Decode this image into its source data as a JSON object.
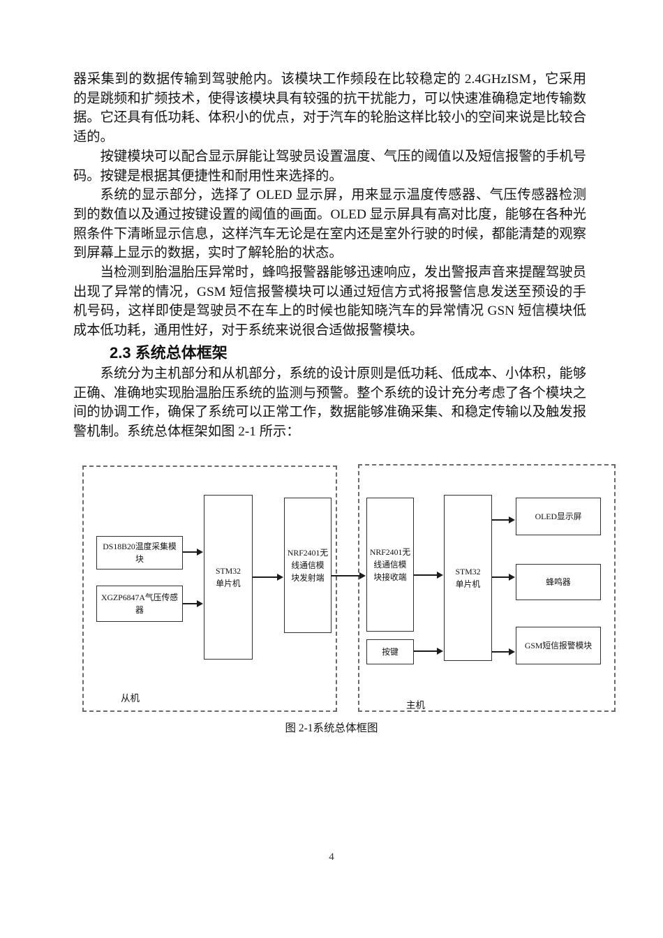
{
  "document": {
    "heading": "2.3 系统总体框架",
    "page_number": "4",
    "paragraphs": {
      "p1": "器采集到的数据传输到驾驶舱内。该模块工作频段在比较稳定的 2.4GHzISM，它采用的是跳频和扩频技术，使得该模块具有较强的抗干扰能力，可以快速准确稳定地传输数据。它还具有低功耗、体积小的优点，对于汽车的轮胎这样比较小的空间来说是比较合适的。",
      "p2": "按键模块可以配合显示屏能让驾驶员设置温度、气压的阈值以及短信报警的手机号码。按键是根据其便捷性和耐用性来选择的。",
      "p3": "系统的显示部分，选择了 OLED 显示屏，用来显示温度传感器、气压传感器检测到的数值以及通过按键设置的阈值的画面。OLED 显示屏具有高对比度，能够在各种光照条件下清晰显示信息，这样汽车无论是在室内还是室外行驶的时候，都能清楚的观察到屏幕上显示的数据，实时了解轮胎的状态。",
      "p4": "当检测到胎温胎压异常时，蜂鸣报警器能够迅速响应，发出警报声音来提醒驾驶员出现了异常的情况，GSM 短信报警模块可以通过短信方式将报警信息发送至预设的手机号码，这样即使是驾驶员不在车上的时候也能知晓汽车的异常情况 GSN 短信模块低成本低功耗，通用性好，对于系统来说很合适做报警模块。",
      "p5": "系统分为主机部分和从机部分，系统的设计原则是低功耗、低成本、小体积，能够正确、准确地实现胎温胎压系统的监测与预警。整个系统的设计充分考虑了各个模块之间的协调工作，确保了系统可以正常工作，数据能够准确采集、和稳定传输以及触发报警机制。系统总体框架如图 2-1 所示："
    }
  },
  "figure": {
    "caption": "图 2-1系统总体框图",
    "groups": {
      "slave": "从机",
      "master": "主机"
    },
    "boxes": {
      "ds18b20": "DS18B20温度采集模\n块",
      "xgzp": "XGZP6847A气压传感\n器",
      "stm32_slave": "STM32\n单片机",
      "nrf_tx": "NRF2401无\n线通信模\n块发射端",
      "nrf_rx": "NRF2401无\n线通信模\n块接收端",
      "stm32_master": "STM32\n单片机",
      "oled": "OLED显示屏",
      "buzzer": "蜂鸣器",
      "gsm": "GSM短信报警模块",
      "keys": "按键"
    }
  }
}
